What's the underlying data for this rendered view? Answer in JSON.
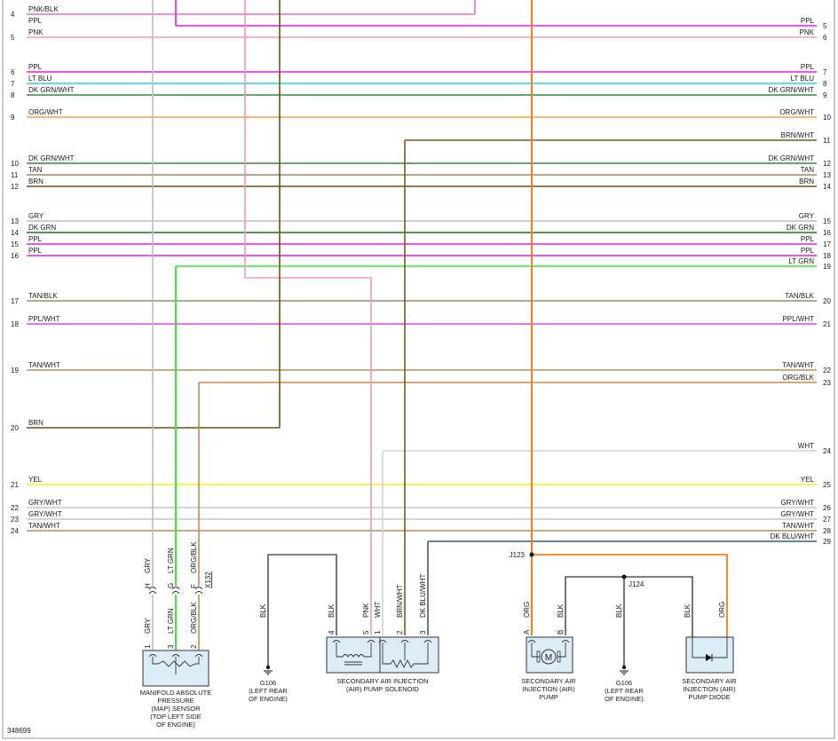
{
  "figure_id": "348699",
  "colors": {
    "PNK/BLK": "#e070c8",
    "PNK": "#f29ab0",
    "PPL": "#ee18ee",
    "LT BLU": "#22d4f0",
    "DK GRN/WHT": "#2e8b3e",
    "ORG/WHT": "#f7a040",
    "BRN/WHT": "#7a5a1e",
    "TAN": "#a08a5e",
    "BRN": "#6b5214",
    "GRY": "#bdbdbd",
    "DK GRN": "#157a15",
    "LT GRN": "#33ee33",
    "TAN/BLK": "#a08a6a",
    "PPL/WHT": "#e048d8",
    "TAN/WHT": "#b0905a",
    "ORG/BLK": "#c98a4a",
    "WHT": "#d4d4d4",
    "YEL": "#f4f40a",
    "GRY/WHT": "#c6c6c6",
    "DK BLU/WHT": "#3d5a7a",
    "ORG": "#f57f0f",
    "BLK": "#555555",
    "box": "#dcedf7"
  },
  "wires": [
    {
      "label": "PNK/BLK",
      "left_num": "4",
      "right_label": "",
      "right_num": ""
    },
    {
      "label": "PPL",
      "left_num": "",
      "right_label": "PPL",
      "right_num": "5"
    },
    {
      "label": "PNK",
      "left_num": "5",
      "right_label": "PNK",
      "right_num": "6"
    },
    {
      "label": "PPL",
      "left_num": "6",
      "right_label": "PPL",
      "right_num": "7"
    },
    {
      "label": "LT BLU",
      "left_num": "7",
      "right_label": "LT BLU",
      "right_num": "8"
    },
    {
      "label": "DK GRN/WHT",
      "left_num": "8",
      "right_label": "DK GRN/WHT",
      "right_num": "9"
    },
    {
      "label": "ORG/WHT",
      "left_num": "9",
      "right_label": "ORG/WHT",
      "right_num": "10"
    },
    {
      "label": "",
      "left_num": "",
      "right_label": "BRN/WHT",
      "right_num": "11"
    },
    {
      "label": "DK GRN/WHT",
      "left_num": "10",
      "right_label": "DK GRN/WHT",
      "right_num": "12"
    },
    {
      "label": "TAN",
      "left_num": "11",
      "right_label": "TAN",
      "right_num": "13"
    },
    {
      "label": "BRN",
      "left_num": "12",
      "right_label": "BRN",
      "right_num": "14"
    },
    {
      "label": "GRY",
      "left_num": "13",
      "right_label": "GRY",
      "right_num": "15"
    },
    {
      "label": "DK GRN",
      "left_num": "14",
      "right_label": "DK GRN",
      "right_num": "16"
    },
    {
      "label": "PPL",
      "left_num": "15",
      "right_label": "PPL",
      "right_num": "17"
    },
    {
      "label": "PPL",
      "left_num": "16",
      "right_label": "PPL",
      "right_num": "18"
    },
    {
      "label": "",
      "left_num": "",
      "right_label": "LT GRN",
      "right_num": "19"
    },
    {
      "label": "TAN/BLK",
      "left_num": "17",
      "right_label": "TAN/BLK",
      "right_num": "20"
    },
    {
      "label": "PPL/WHT",
      "left_num": "18",
      "right_label": "PPL/WHT",
      "right_num": "21"
    },
    {
      "label": "TAN/WHT",
      "left_num": "19",
      "right_label": "TAN/WHT",
      "right_num": "22"
    },
    {
      "label": "",
      "left_num": "",
      "right_label": "ORG/BLK",
      "right_num": "23"
    },
    {
      "label": "BRN",
      "left_num": "20",
      "right_label": "",
      "right_num": ""
    },
    {
      "label": "",
      "left_num": "",
      "right_label": "WHT",
      "right_num": "24"
    },
    {
      "label": "YEL",
      "left_num": "21",
      "right_label": "YEL",
      "right_num": "25"
    },
    {
      "label": "GRY/WHT",
      "left_num": "22",
      "right_label": "GRY/WHT",
      "right_num": "26"
    },
    {
      "label": "GRY/WHT",
      "left_num": "23",
      "right_label": "GRY/WHT",
      "right_num": "27"
    },
    {
      "label": "TAN/WHT",
      "left_num": "24",
      "right_label": "TAN/WHT",
      "right_num": "28"
    },
    {
      "label": "",
      "left_num": "",
      "right_label": "DK BLU/WHT",
      "right_num": "29"
    }
  ],
  "connector": {
    "name": "X132",
    "pins": [
      {
        "letter": "H",
        "wire": "GRY"
      },
      {
        "letter": "G",
        "wire": "LT GRN"
      },
      {
        "letter": "F",
        "wire": "ORG/BLK"
      }
    ]
  },
  "splices": [
    "J123",
    "J124"
  ],
  "components": {
    "map_sensor": {
      "lines": [
        "MANIFOLD ABSOLUTE",
        "PRESSURE",
        "(MAP) SENSOR",
        "(TOP LEFT SIDE",
        "OF ENGINE)"
      ],
      "pins": [
        {
          "num": "1",
          "wire": "GRY"
        },
        {
          "num": "3",
          "wire": "LT GRN"
        },
        {
          "num": "2",
          "wire": "ORG/BLK"
        }
      ]
    },
    "ground_left": {
      "wire": "BLK",
      "lines": [
        "G106",
        "(LEFT REAR",
        "OF ENGINE)"
      ]
    },
    "solenoid": {
      "lines": [
        "SECONDARY AIR INJECTION",
        "(AIR) PUMP SOLENOID"
      ],
      "pins": [
        {
          "num": "4",
          "wire": "BLK"
        },
        {
          "num": "5",
          "wire": "PNK"
        },
        {
          "num": "1",
          "wire": "WHT"
        },
        {
          "num": "2",
          "wire": "BRN/WHT"
        },
        {
          "num": "3",
          "wire": "DK BLU/WHT"
        }
      ]
    },
    "pump": {
      "lines": [
        "SECONDARY AIR",
        "INJECTION (AIR)",
        "PUMP"
      ],
      "pins": [
        {
          "num": "A",
          "wire": "ORG"
        },
        {
          "num": "B",
          "wire": "BLK"
        }
      ],
      "motor_symbol": "M"
    },
    "ground_right": {
      "wire": "BLK",
      "lines": [
        "G106",
        "(LEFT REAR",
        "OF ENGINE)"
      ]
    },
    "diode": {
      "lines": [
        "SECONDARY AIR",
        "INJECTION (AIR)",
        "PUMP DIODE"
      ],
      "wires": [
        "BLK",
        "ORG"
      ]
    }
  }
}
